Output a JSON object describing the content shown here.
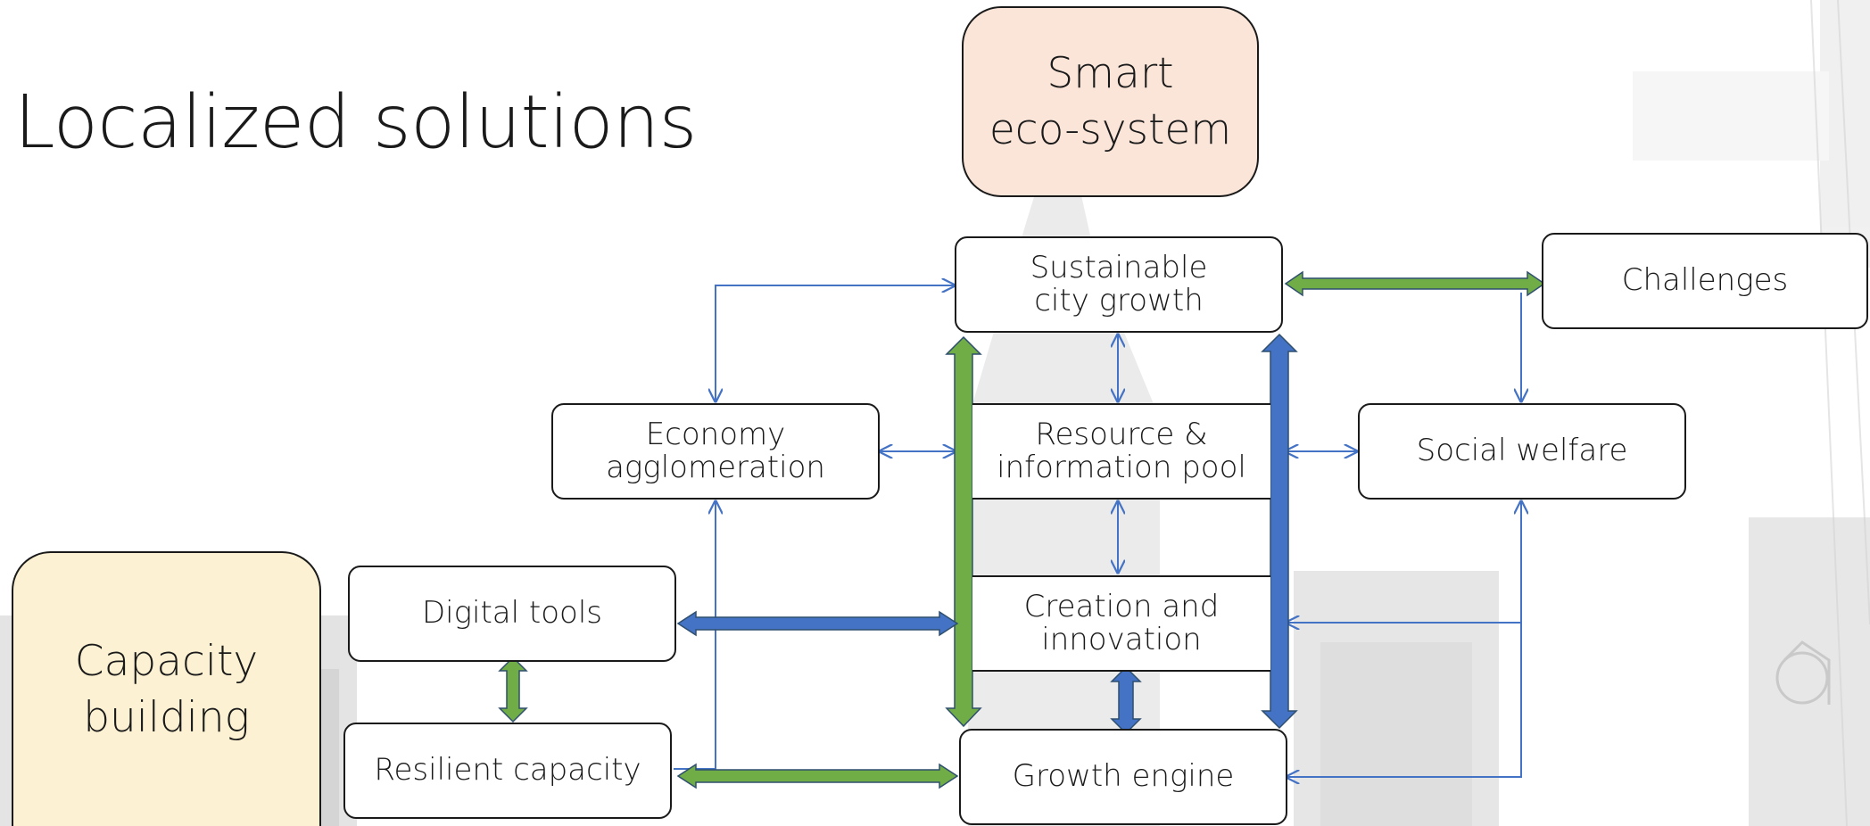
{
  "slide": {
    "title": "Localized solutions"
  },
  "nodes": {
    "smart_ecosystem": "Smart\neco-system",
    "capacity_building": "Capacity\nbuilding",
    "sustainable_growth": "Sustainable\ncity growth",
    "challenges": "Challenges",
    "economy_agglomeration": "Economy\nagglomeration",
    "resource_pool": "Resource &\ninformation pool",
    "social_welfare": "Social welfare",
    "digital_tools": "Digital tools",
    "creation_innovation": "Creation and\ninnovation",
    "resilient_capacity": "Resilient capacity",
    "growth_engine": "Growth engine"
  },
  "colors": {
    "thin_arrow": "#4472c4",
    "thick_blue": "#4472c4",
    "thick_green": "#70ad47",
    "outline": "#2f4f6f",
    "smart_fill": "#fbe5d9",
    "capacity_fill": "#fcf1d2"
  }
}
